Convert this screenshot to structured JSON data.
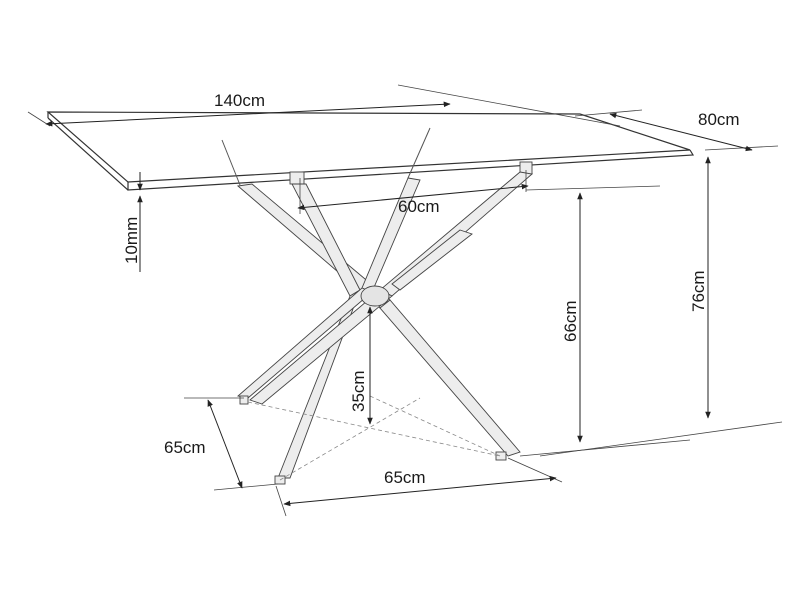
{
  "dimensions": {
    "top_length": "140cm",
    "top_depth": "80cm",
    "top_thickness": "10mm",
    "leg_top_width": "60cm",
    "leg_height": "66cm",
    "total_height": "76cm",
    "cross_height": "35cm",
    "base_depth": "65cm",
    "base_width": "65cm"
  },
  "colors": {
    "line": "#333333",
    "background": "#ffffff"
  }
}
